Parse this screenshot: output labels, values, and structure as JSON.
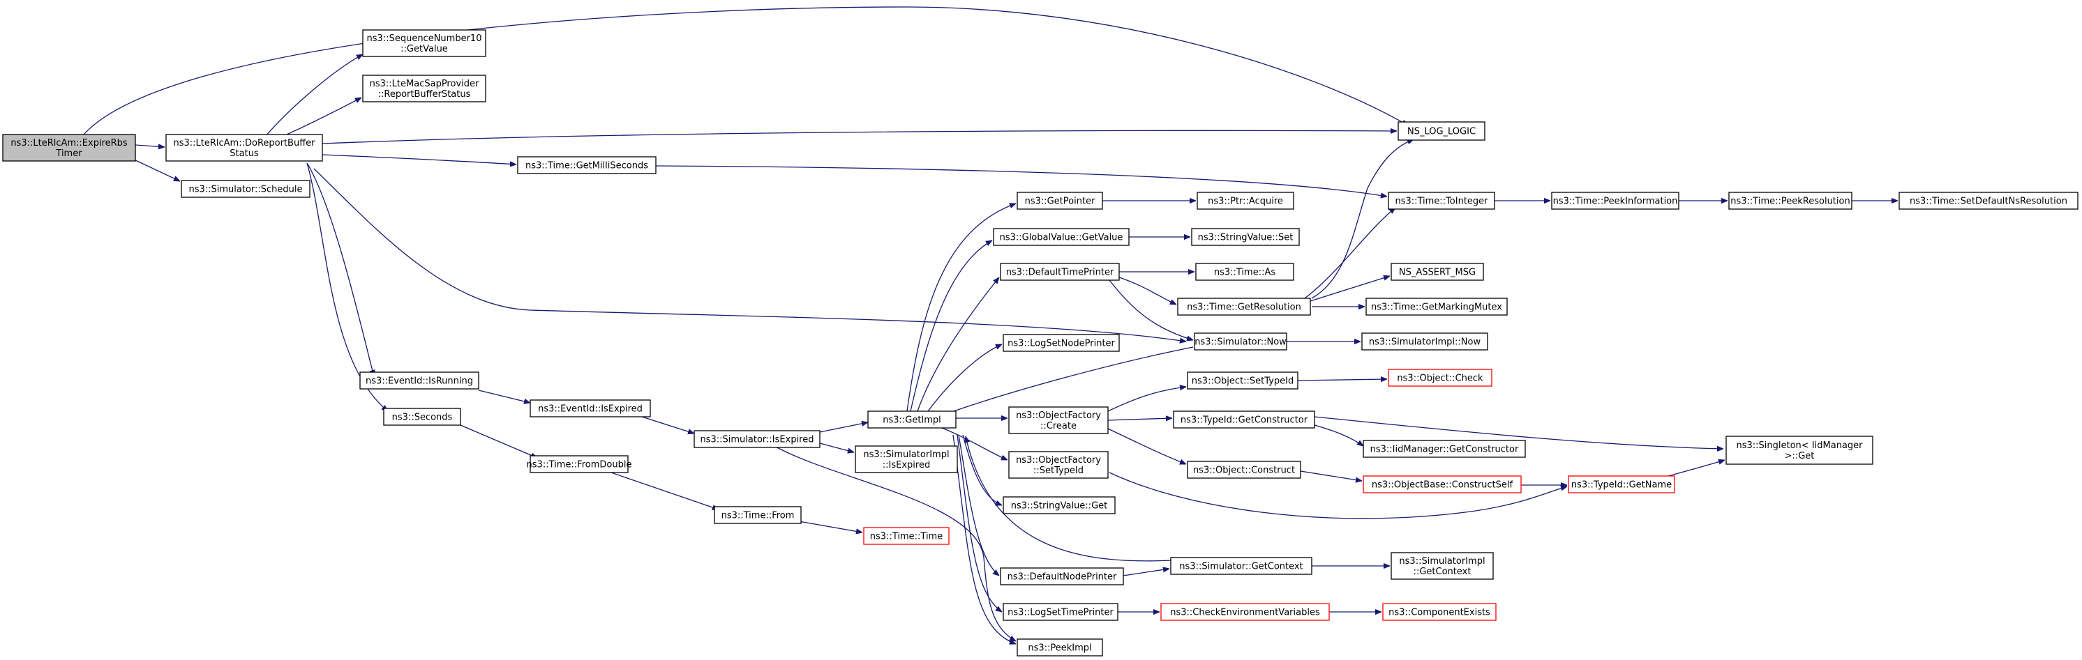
{
  "graph": {
    "colors": {
      "edge": "#191970",
      "focus_fill": "#bfbfbf",
      "truncated_border": "#ff0000",
      "node_border": "#000000"
    },
    "nodes": [
      {
        "id": "n0",
        "lines": [
          "ns3::LteRlcAm::ExpireRbs",
          "Timer"
        ],
        "style": "focus"
      },
      {
        "id": "n1",
        "lines": [
          "ns3::LteRlcAm::DoReportBuffer",
          "Status"
        ]
      },
      {
        "id": "n2",
        "lines": [
          "ns3::Simulator::Schedule"
        ]
      },
      {
        "id": "n3",
        "lines": [
          "ns3::SequenceNumber10",
          "::GetValue"
        ]
      },
      {
        "id": "n4",
        "lines": [
          "ns3::LteMacSapProvider",
          "::ReportBufferStatus"
        ]
      },
      {
        "id": "n5",
        "lines": [
          "NS_LOG_LOGIC"
        ]
      },
      {
        "id": "n6",
        "lines": [
          "ns3::Time::GetMilliSeconds"
        ]
      },
      {
        "id": "n7",
        "lines": [
          "ns3::EventId::IsRunning"
        ]
      },
      {
        "id": "n8",
        "lines": [
          "ns3::Seconds"
        ]
      },
      {
        "id": "n9",
        "lines": [
          "ns3::EventId::IsExpired"
        ]
      },
      {
        "id": "n10",
        "lines": [
          "ns3::Time::FromDouble"
        ]
      },
      {
        "id": "n11",
        "lines": [
          "ns3::Simulator::IsExpired"
        ]
      },
      {
        "id": "n12",
        "lines": [
          "ns3::Time::From"
        ]
      },
      {
        "id": "n13",
        "lines": [
          "ns3::Time::Time"
        ],
        "style": "truncated"
      },
      {
        "id": "n14",
        "lines": [
          "ns3::GetImpl"
        ]
      },
      {
        "id": "n15",
        "lines": [
          "ns3::SimulatorImpl",
          "::IsExpired"
        ]
      },
      {
        "id": "n16",
        "lines": [
          "ns3::GetPointer"
        ]
      },
      {
        "id": "n17",
        "lines": [
          "ns3::GlobalValue::GetValue"
        ]
      },
      {
        "id": "n18",
        "lines": [
          "ns3::DefaultTimePrinter"
        ]
      },
      {
        "id": "n19",
        "lines": [
          "ns3::LogSetNodePrinter"
        ]
      },
      {
        "id": "n20",
        "lines": [
          "ns3::ObjectFactory",
          "::Create"
        ]
      },
      {
        "id": "n21",
        "lines": [
          "ns3::ObjectFactory",
          "::SetTypeId"
        ]
      },
      {
        "id": "n22",
        "lines": [
          "ns3::StringValue::Get"
        ]
      },
      {
        "id": "n23",
        "lines": [
          "ns3::DefaultNodePrinter"
        ]
      },
      {
        "id": "n24",
        "lines": [
          "ns3::LogSetTimePrinter"
        ]
      },
      {
        "id": "n25",
        "lines": [
          "ns3::PeekImpl"
        ]
      },
      {
        "id": "n26",
        "lines": [
          "ns3::Ptr::Acquire"
        ]
      },
      {
        "id": "n27",
        "lines": [
          "ns3::StringValue::Set"
        ]
      },
      {
        "id": "n28",
        "lines": [
          "ns3::Time::As"
        ]
      },
      {
        "id": "n29",
        "lines": [
          "ns3::Time::GetResolution"
        ]
      },
      {
        "id": "n30",
        "lines": [
          "ns3::Simulator::Now"
        ]
      },
      {
        "id": "n31",
        "lines": [
          "ns3::Object::SetTypeId"
        ]
      },
      {
        "id": "n32",
        "lines": [
          "ns3::TypeId::GetConstructor"
        ]
      },
      {
        "id": "n33",
        "lines": [
          "ns3::Object::Construct"
        ]
      },
      {
        "id": "n34",
        "lines": [
          "ns3::Simulator::GetContext"
        ]
      },
      {
        "id": "n35",
        "lines": [
          "ns3::CheckEnvironmentVariables"
        ],
        "style": "truncated"
      },
      {
        "id": "n36",
        "lines": [
          "ns3::Time::ToInteger"
        ]
      },
      {
        "id": "n37",
        "lines": [
          "NS_ASSERT_MSG"
        ]
      },
      {
        "id": "n38",
        "lines": [
          "ns3::Time::GetMarkingMutex"
        ]
      },
      {
        "id": "n39",
        "lines": [
          "ns3::SimulatorImpl::Now"
        ]
      },
      {
        "id": "n40",
        "lines": [
          "ns3::Object::Check"
        ],
        "style": "truncated"
      },
      {
        "id": "n41",
        "lines": [
          "ns3::IidManager::GetConstructor"
        ]
      },
      {
        "id": "n42",
        "lines": [
          "ns3::ObjectBase::ConstructSelf"
        ],
        "style": "truncated"
      },
      {
        "id": "n43",
        "lines": [
          "ns3::SimulatorImpl",
          "::GetContext"
        ]
      },
      {
        "id": "n44",
        "lines": [
          "ns3::ComponentExists"
        ],
        "style": "truncated"
      },
      {
        "id": "n45",
        "lines": [
          "ns3::Time::PeekInformation"
        ]
      },
      {
        "id": "n46",
        "lines": [
          "ns3::TypeId::GetName"
        ],
        "style": "truncated"
      },
      {
        "id": "n47",
        "lines": [
          "ns3::Time::PeekResolution"
        ]
      },
      {
        "id": "n48",
        "lines": [
          "ns3::Singleton< IidManager",
          " >::Get"
        ]
      },
      {
        "id": "n49",
        "lines": [
          "ns3::Time::SetDefaultNsResolution"
        ]
      }
    ]
  }
}
